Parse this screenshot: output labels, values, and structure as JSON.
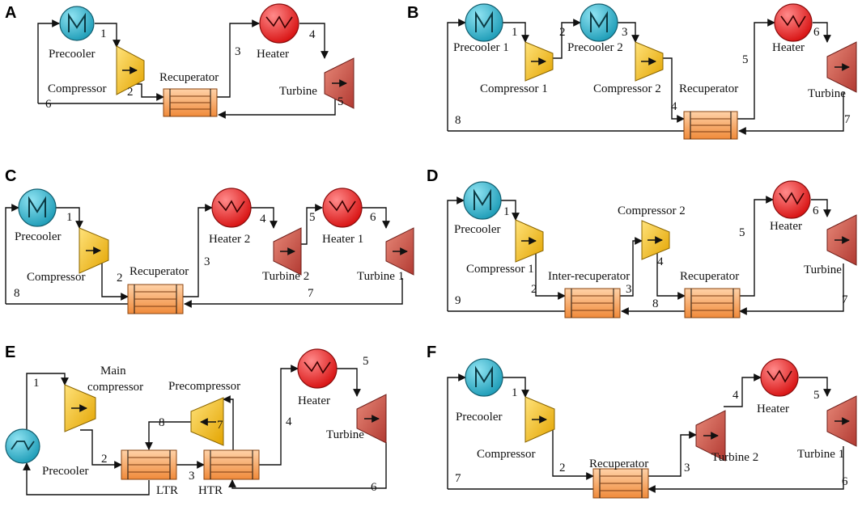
{
  "panels": [
    {
      "letter": "A",
      "labels": [
        "Precooler",
        "Compressor",
        "Recuperator",
        "Heater",
        "Turbine"
      ],
      "nums": [
        "1",
        "2",
        "3",
        "4",
        "5",
        "6"
      ]
    },
    {
      "letter": "B",
      "labels": [
        "Precooler 1",
        "Precooler 2",
        "Compressor 1",
        "Compressor 2",
        "Recuperator",
        "Heater",
        "Turbine"
      ],
      "nums": [
        "1",
        "2",
        "3",
        "4",
        "5",
        "6",
        "7",
        "8"
      ]
    },
    {
      "letter": "C",
      "labels": [
        "Precooler",
        "Compressor",
        "Recuperator",
        "Heater 2",
        "Turbine 2",
        "Heater 1",
        "Turbine 1"
      ],
      "nums": [
        "1",
        "2",
        "3",
        "4",
        "5",
        "6",
        "7",
        "8"
      ]
    },
    {
      "letter": "D",
      "labels": [
        "Precooler",
        "Compressor 1",
        "Inter-recuperator",
        "Compressor 2",
        "Recuperator",
        "Heater",
        "Turbine"
      ],
      "nums": [
        "1",
        "2",
        "3",
        "4",
        "5",
        "6",
        "7",
        "8",
        "9"
      ]
    },
    {
      "letter": "E",
      "labels": [
        "Main",
        "compressor",
        "Precompressor",
        "Heater",
        "Turbine",
        "Precooler",
        "LTR",
        "HTR"
      ],
      "nums": [
        "1",
        "2",
        "3",
        "4",
        "5",
        "6",
        "7",
        "8"
      ]
    },
    {
      "letter": "F",
      "labels": [
        "Precooler",
        "Compressor",
        "Recuperator",
        "Turbine 2",
        "Heater",
        "Turbine 1"
      ],
      "nums": [
        "1",
        "2",
        "3",
        "4",
        "5",
        "6",
        "7"
      ]
    }
  ]
}
